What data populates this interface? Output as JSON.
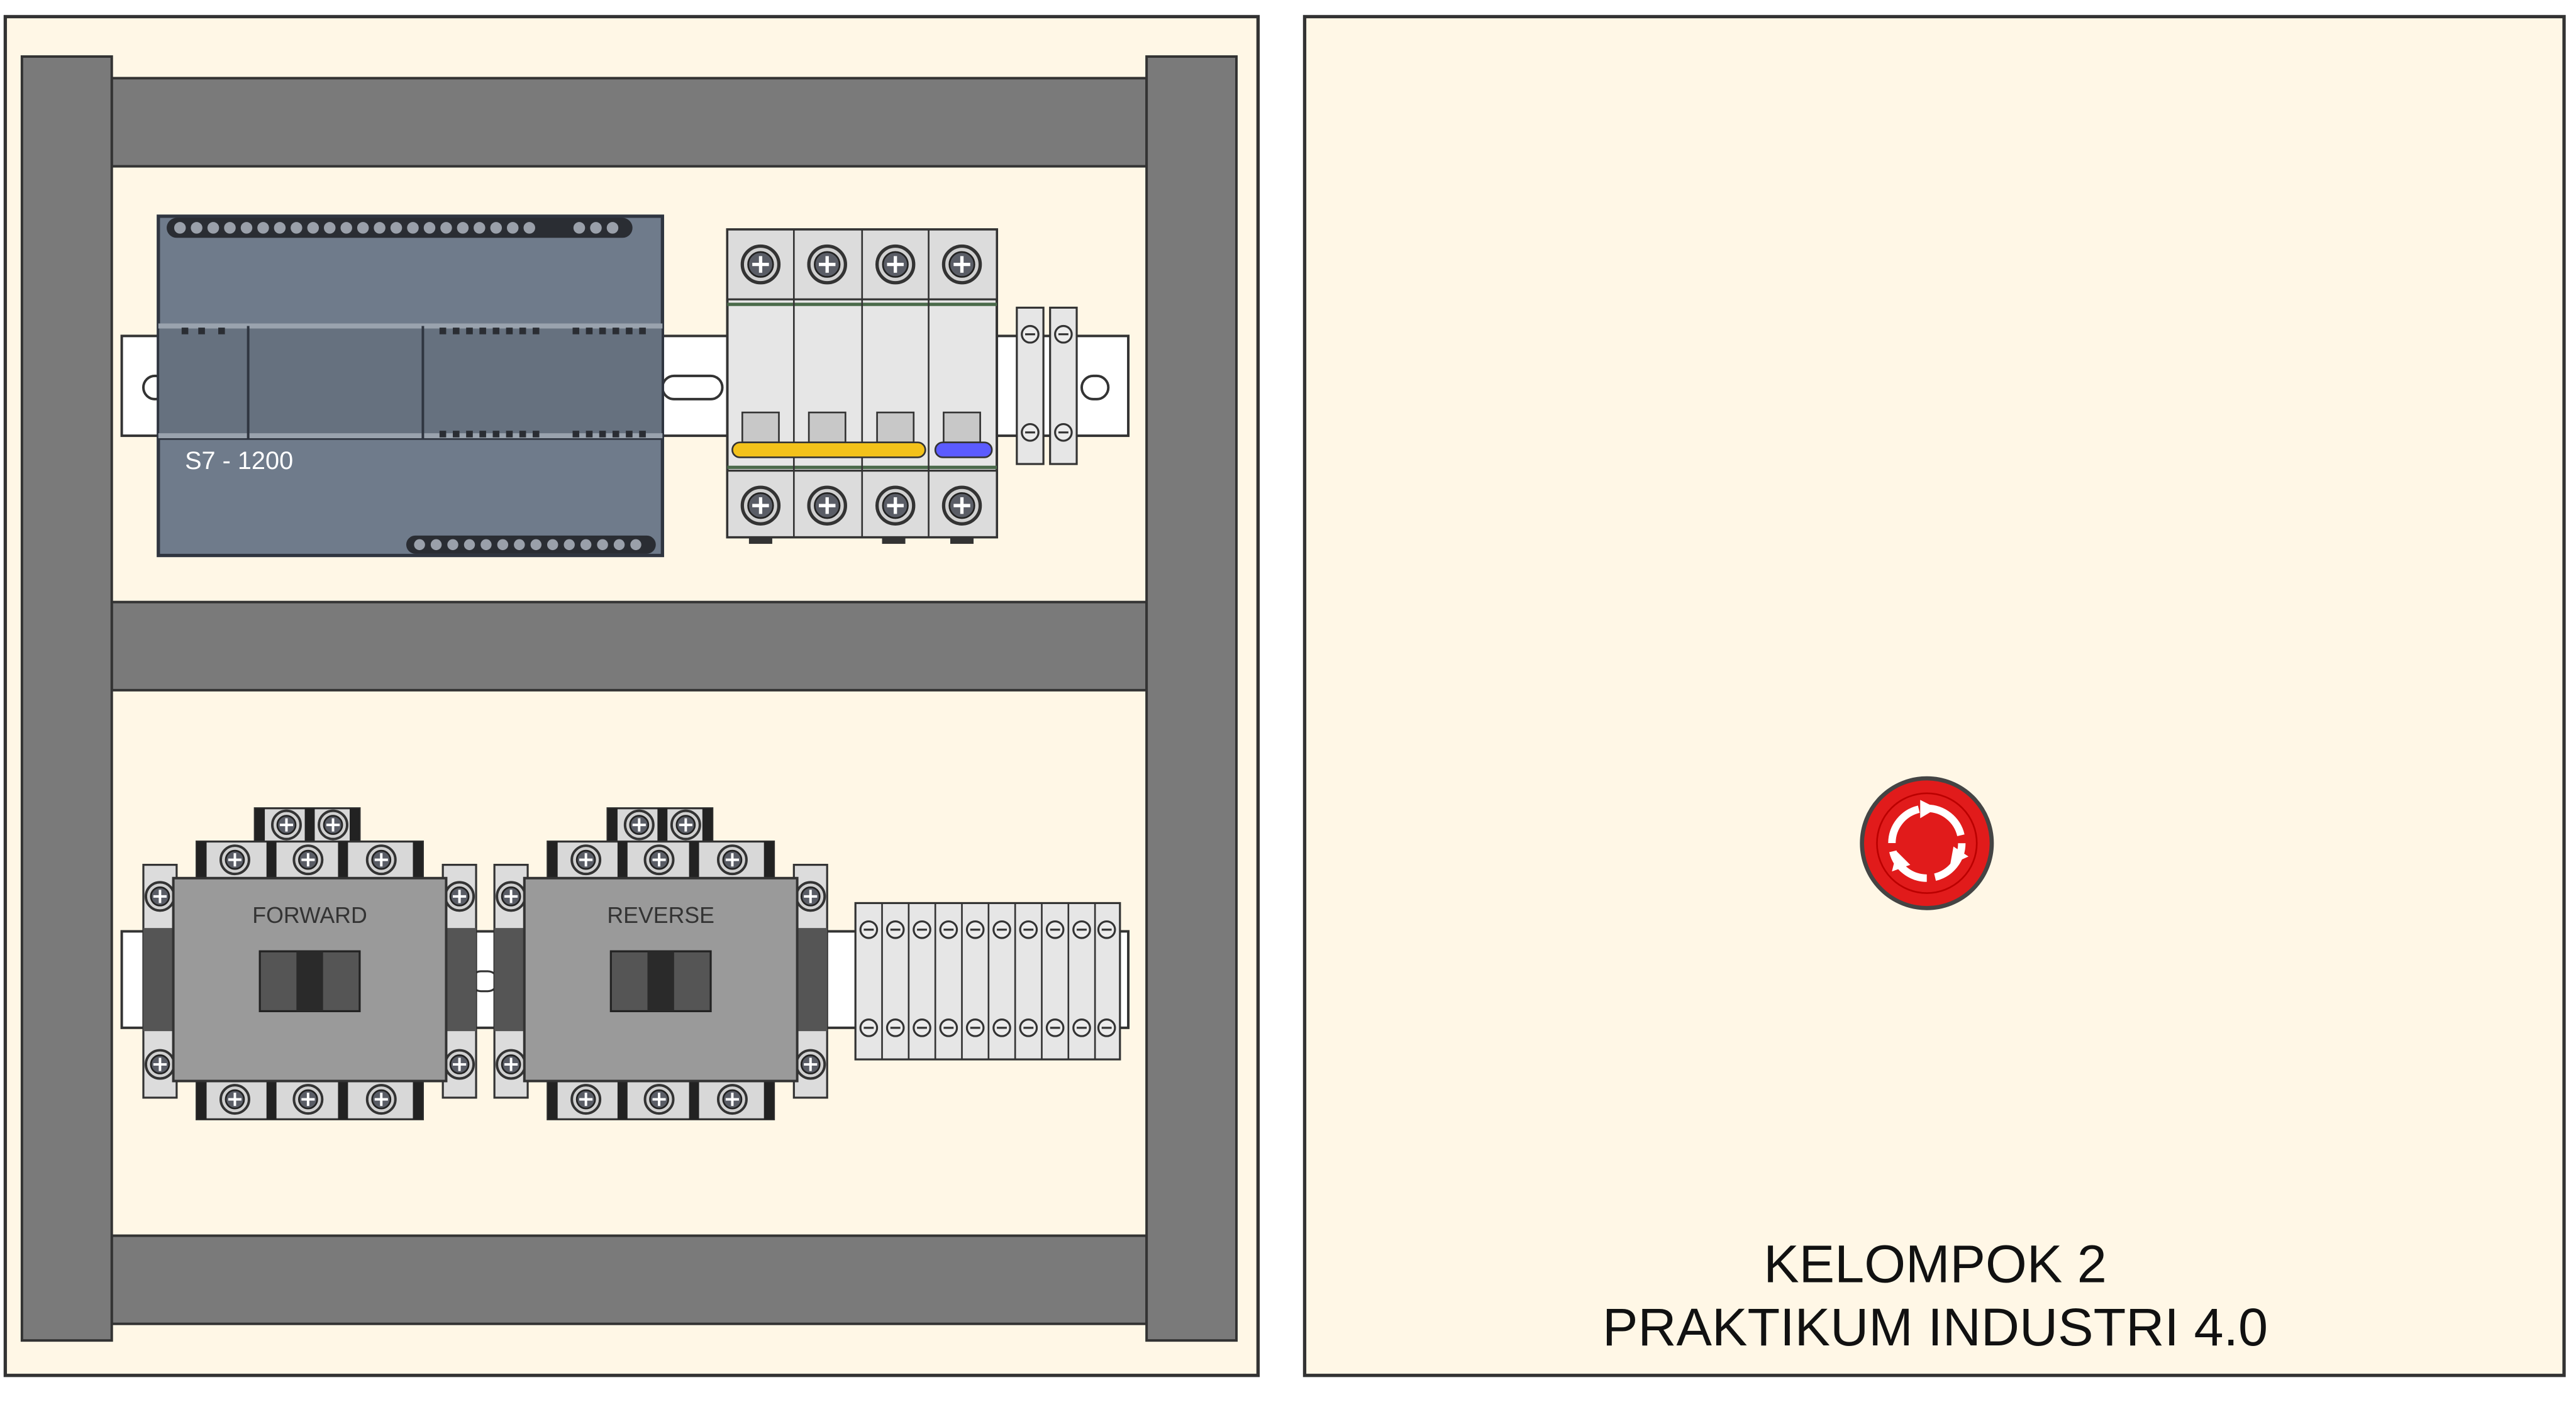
{
  "plc": {
    "model_label": "S7 - 1200"
  },
  "contactors": [
    {
      "label": "FORWARD"
    },
    {
      "label": "REVERSE"
    }
  ],
  "door_panel": {
    "line1": "KELOMPOK 2",
    "line2": "PRAKTIKUM INDUSTRI 4.0"
  },
  "colors": {
    "panel_background": "#fff7e6",
    "frame_gray": "#7a7a7a",
    "plc_body": "#6f7b8b",
    "mcb_yellow_bar": "#f3c21a",
    "mcb_blue_bar": "#5b5bff",
    "emergency_red": "#e11b1b"
  },
  "icons": {
    "emergency_stop": "emergency-stop-icon",
    "screw": "screw-icon"
  }
}
